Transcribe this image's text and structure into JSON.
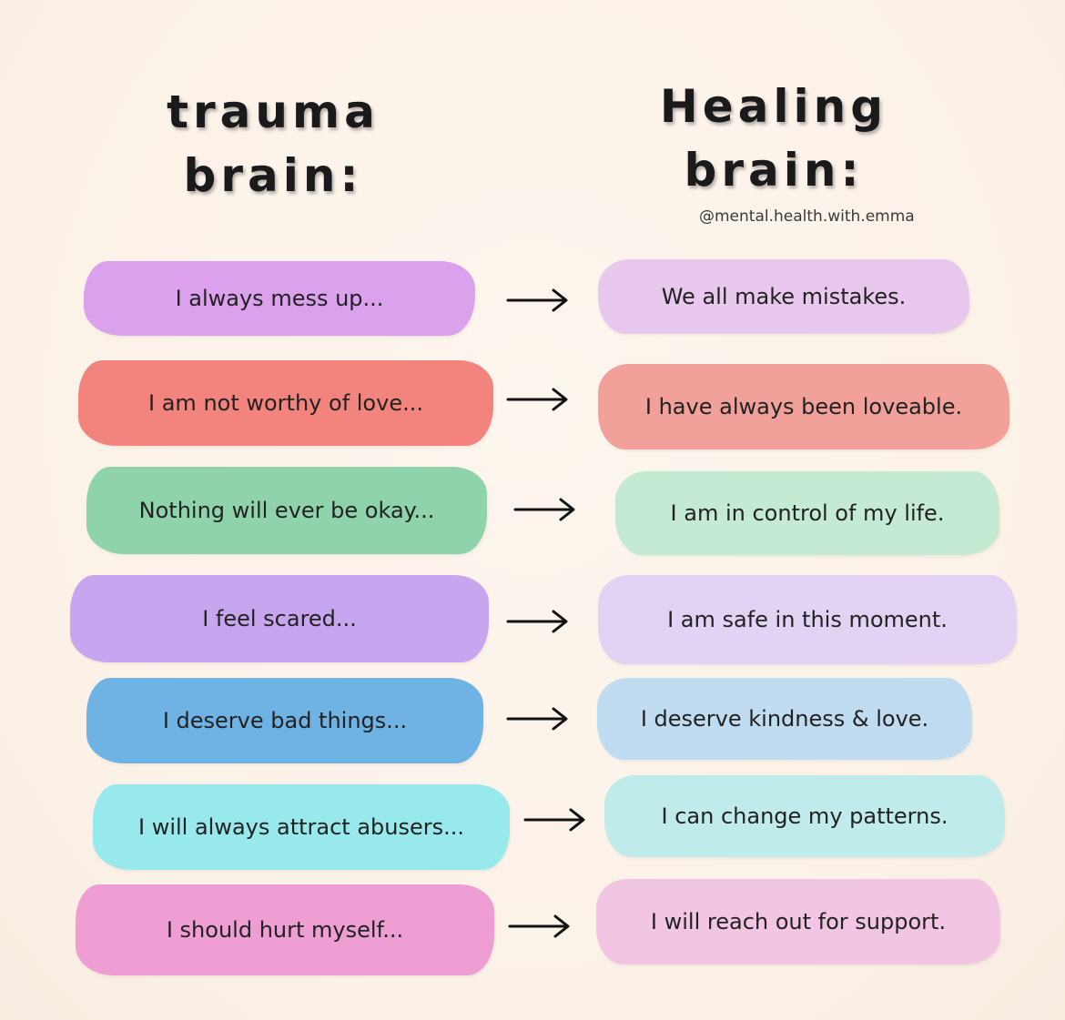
{
  "header": {
    "left_title_line1": "trauma",
    "left_title_line2": "brain:",
    "right_title_line1": "Healing",
    "right_title_line2": "brain:",
    "credit": "@mental.health.with.emma"
  },
  "rows": [
    {
      "trauma": "I always mess up...",
      "healing": "We all make mistakes.",
      "trauma_color": "#dba1ec",
      "healing_color": "#e9c8ee"
    },
    {
      "trauma": "I am not worthy of love...",
      "healing": "I have always been loveable.",
      "trauma_color": "#f2837d",
      "healing_color": "#f2a09a"
    },
    {
      "trauma": "Nothing will ever be okay...",
      "healing": "I am in control of my life.",
      "trauma_color": "#8fd3ad",
      "healing_color": "#c4ead3"
    },
    {
      "trauma": "I feel scared...",
      "healing": "I am safe in this moment.",
      "trauma_color": "#c8a6ef",
      "healing_color": "#e2d3f4"
    },
    {
      "trauma": "I deserve bad things...",
      "healing": "I deserve kindness & love.",
      "trauma_color": "#6fb3e5",
      "healing_color": "#bfdcf1"
    },
    {
      "trauma": "I will always attract abusers...",
      "healing": "I can change my patterns.",
      "trauma_color": "#97e9ec",
      "healing_color": "#bfecea"
    },
    {
      "trauma": "I should hurt myself...",
      "healing": "I will reach out for support.",
      "trauma_color": "#ee9ed2",
      "healing_color": "#f2c5e3"
    }
  ],
  "icons": {
    "arrow": "right-arrow-icon"
  }
}
